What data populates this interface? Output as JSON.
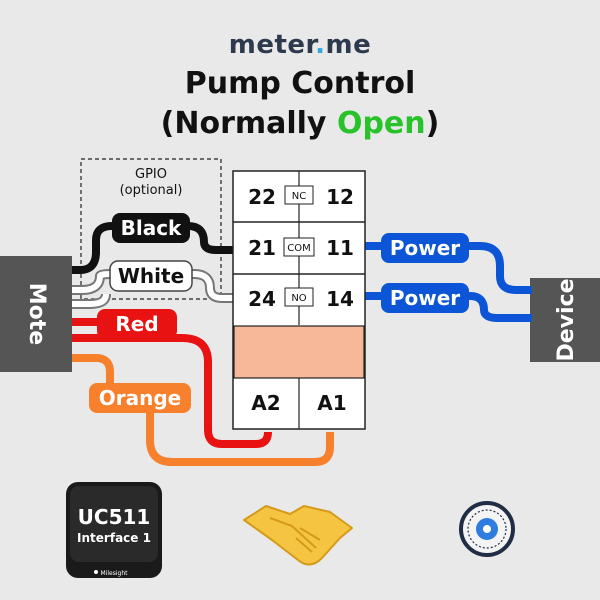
{
  "logo": {
    "text_a": "meter",
    "text_dot": ".",
    "text_b": "me"
  },
  "title": {
    "line1": "Pump Control",
    "line2_open": "(Normally ",
    "line2_green": "Open",
    "line2_close": ")"
  },
  "gpio": {
    "label": "GPIO",
    "sub": "(optional)"
  },
  "mote_label": "Mote",
  "device_label": "Device",
  "wires": {
    "black": "Black",
    "white": "White",
    "red": "Red",
    "orange": "Orange",
    "power1": "Power",
    "power2": "Power"
  },
  "relay": {
    "row1": {
      "left": "22",
      "tag": "NC",
      "right": "12"
    },
    "row2": {
      "left": "21",
      "tag": "COM",
      "right": "11"
    },
    "row3": {
      "left": "24",
      "tag": "NO",
      "right": "14"
    },
    "coil": {
      "left": "A2",
      "right": "A1"
    }
  },
  "uc": {
    "model": "UC511",
    "sub": "Interface 1",
    "brand": "Milesight"
  },
  "colors": {
    "power_blue": "#0b55d6",
    "red": "#e81212",
    "orange": "#f7802c",
    "coil_fill": "#f7b899",
    "open_green": "#29c22b"
  }
}
